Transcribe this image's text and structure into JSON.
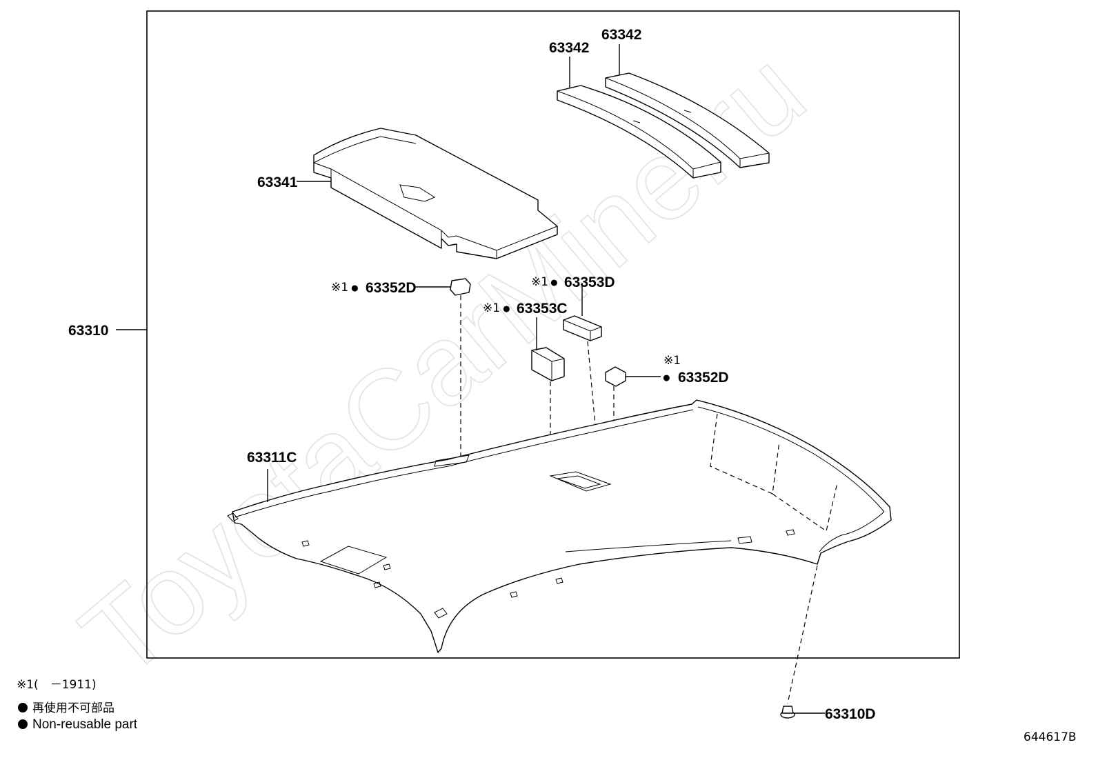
{
  "watermark": "ToyotaCarMine.ru",
  "parts": {
    "assembly": "63310",
    "sound_absorber": "63341",
    "pad_left": "63342",
    "pad_right": "63342",
    "pad_352d_top": "63352D",
    "pad_353d": "63353D",
    "pad_353c": "63353C",
    "pad_352d_right": "63352D",
    "headlining": "63311C",
    "clip": "63310D"
  },
  "marks": {
    "ref": "※1",
    "nonreusable": "●"
  },
  "legend": {
    "ref_note": "※1(　－1911)",
    "jp_note": "再使用不可部品",
    "en_note": "Non-reusable part"
  },
  "diagram_id": "644617B"
}
